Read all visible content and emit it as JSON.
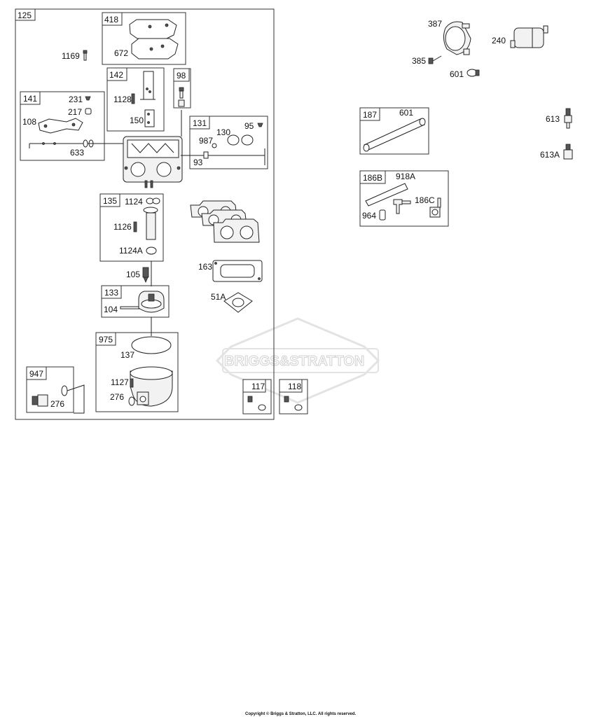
{
  "labels": {
    "main_kit": "125",
    "air_filter_kit": "418",
    "gasket_672": "672",
    "screw_1169": "1169",
    "bracket_kit": "142",
    "screw_1128": "1128",
    "plate_150": "150",
    "kit_98": "98",
    "choke_kit": "141",
    "screw_231": "231",
    "bushing_217": "217",
    "plate_108": "108",
    "link_633": "633",
    "throttle_kit": "131",
    "seal_987": "987",
    "valve_130": "130",
    "screw_95": "95",
    "shaft_93": "93",
    "jet_kit": "135",
    "oring_1124": "1124",
    "screw_1126": "1126",
    "oring_1124a": "1124A",
    "needle_105": "105",
    "gasket_163": "163",
    "gasket_51a": "51A",
    "float_kit": "133",
    "pin_104": "104",
    "bowl_kit": "975",
    "gasket_137": "137",
    "screw_1127": "1127",
    "washer_276": "276",
    "solenoid_kit": "947",
    "washer_276b": "276",
    "kit_117": "117",
    "kit_118": "118",
    "fuel_pump": "387",
    "screw_385": "385",
    "fuel_filter": "240",
    "clamp_601": "601",
    "line_kit": "187",
    "clamp_601b": "601",
    "fitting_613": "613",
    "fitting_613a": "613A",
    "hose_kit": "186B",
    "hose_918a": "918A",
    "fitting_186c": "186C",
    "cap_964": "964"
  },
  "watermark": "BRIGGS&STRATTON",
  "copyright": "Copyright © Briggs & Stratton, LLC. All rights reserved."
}
